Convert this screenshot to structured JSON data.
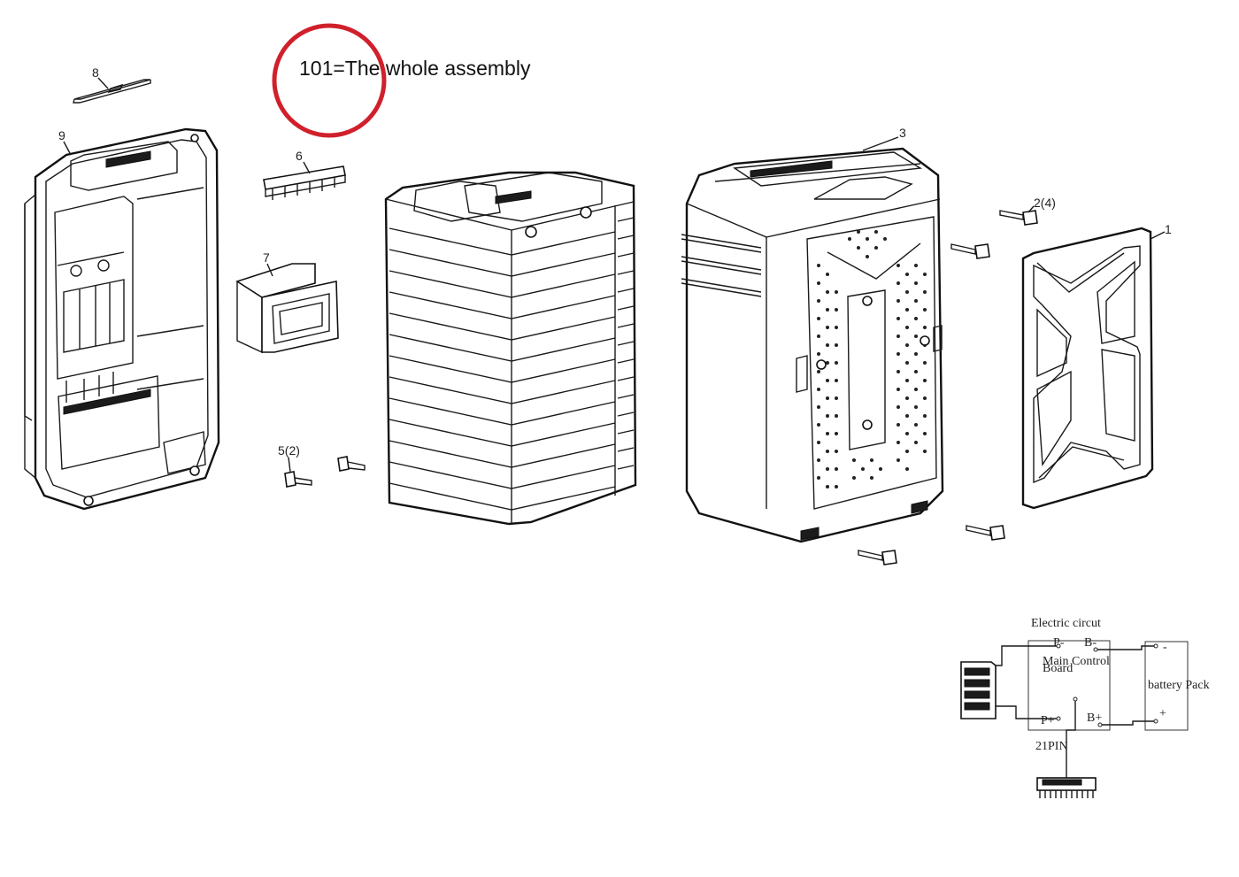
{
  "title": "101=The whole assembly",
  "highlight_color": "#d0202b",
  "callouts": {
    "p8": "8",
    "p9": "9",
    "p6": "6",
    "p7": "7",
    "p5": "5(2)",
    "p3": "3",
    "p2": "2(4)",
    "p1": "1"
  },
  "circuit": {
    "title": "Electric circut",
    "board_line1": "Main Control",
    "board_line2": "Board",
    "p_minus": "P-",
    "b_minus": "B-",
    "p_plus": "P+",
    "b_plus": "B+",
    "pin": "21PIN",
    "battery": "battery Pack",
    "minus": "-",
    "plus": "+"
  }
}
